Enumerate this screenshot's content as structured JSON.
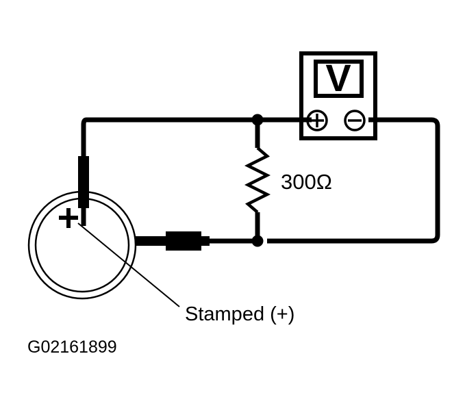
{
  "figure": {
    "id_label": "G02161899",
    "type": "circuit-diagram",
    "background_color": "#ffffff",
    "line_color": "#000000"
  },
  "circuit": {
    "resistor": {
      "label": "300Ω",
      "value": "300",
      "unit": "Ω",
      "symbol": "zigzag-resistor",
      "orientation": "vertical"
    },
    "meter": {
      "name": "voltmeter",
      "display_label": "V",
      "terminals": [
        {
          "name": "positive-terminal",
          "symbol": "+"
        },
        {
          "name": "negative-terminal",
          "symbol": "−"
        }
      ]
    },
    "source": {
      "name": "round-cell",
      "marking": "+",
      "callout": "Stamped  (+)"
    },
    "nodes": [
      {
        "name": "top-junction"
      },
      {
        "name": "bottom-junction"
      }
    ]
  },
  "annotations": {
    "stamped_callout": "Stamped  (+)",
    "figure_id": "G02161899"
  }
}
